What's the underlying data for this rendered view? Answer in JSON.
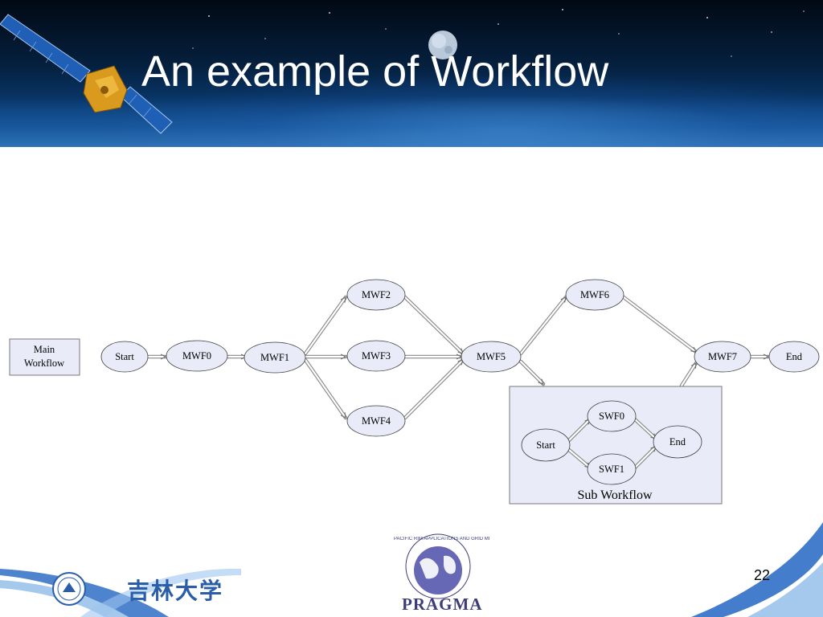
{
  "slide": {
    "title": "An example of Workflow",
    "page_number": "22"
  },
  "diagram": {
    "main_label_line1": "Main",
    "main_label_line2": "Workflow",
    "main_nodes": {
      "start": "Start",
      "mwf0": "MWF0",
      "mwf1": "MWF1",
      "mwf2": "MWF2",
      "mwf3": "MWF3",
      "mwf4": "MWF4",
      "mwf5": "MWF5",
      "mwf6": "MWF6",
      "mwf7": "MWF7",
      "end": "End"
    },
    "sub_workflow": {
      "title": "Sub Workflow",
      "start": "Start",
      "swf0": "SWF0",
      "swf1": "SWF1",
      "end": "End"
    },
    "edges": [
      [
        "Start",
        "MWF0"
      ],
      [
        "MWF0",
        "MWF1"
      ],
      [
        "MWF1",
        "MWF2"
      ],
      [
        "MWF1",
        "MWF3"
      ],
      [
        "MWF1",
        "MWF4"
      ],
      [
        "MWF2",
        "MWF5"
      ],
      [
        "MWF3",
        "MWF5"
      ],
      [
        "MWF4",
        "MWF5"
      ],
      [
        "MWF5",
        "MWF6"
      ],
      [
        "MWF5",
        "Sub Workflow"
      ],
      [
        "MWF6",
        "MWF7"
      ],
      [
        "Sub Workflow",
        "MWF7"
      ],
      [
        "MWF7",
        "End"
      ],
      [
        "Start",
        "SWF0"
      ],
      [
        "Start",
        "SWF1"
      ],
      [
        "SWF0",
        "End"
      ],
      [
        "SWF1",
        "End"
      ]
    ]
  },
  "footer": {
    "university_logo_text": "吉林大学",
    "pragma_logo_text": "PRAGMA",
    "pragma_ring_text": "PACIFIC RIM APPLICATIONS AND GRID MIDDLEWARE ASSEMBLY"
  },
  "colors": {
    "header_dark": "#020914",
    "header_blue": "#0d4d8e",
    "node_fill": "#e9ecf8",
    "footer_wave": "#2f6fc6"
  }
}
